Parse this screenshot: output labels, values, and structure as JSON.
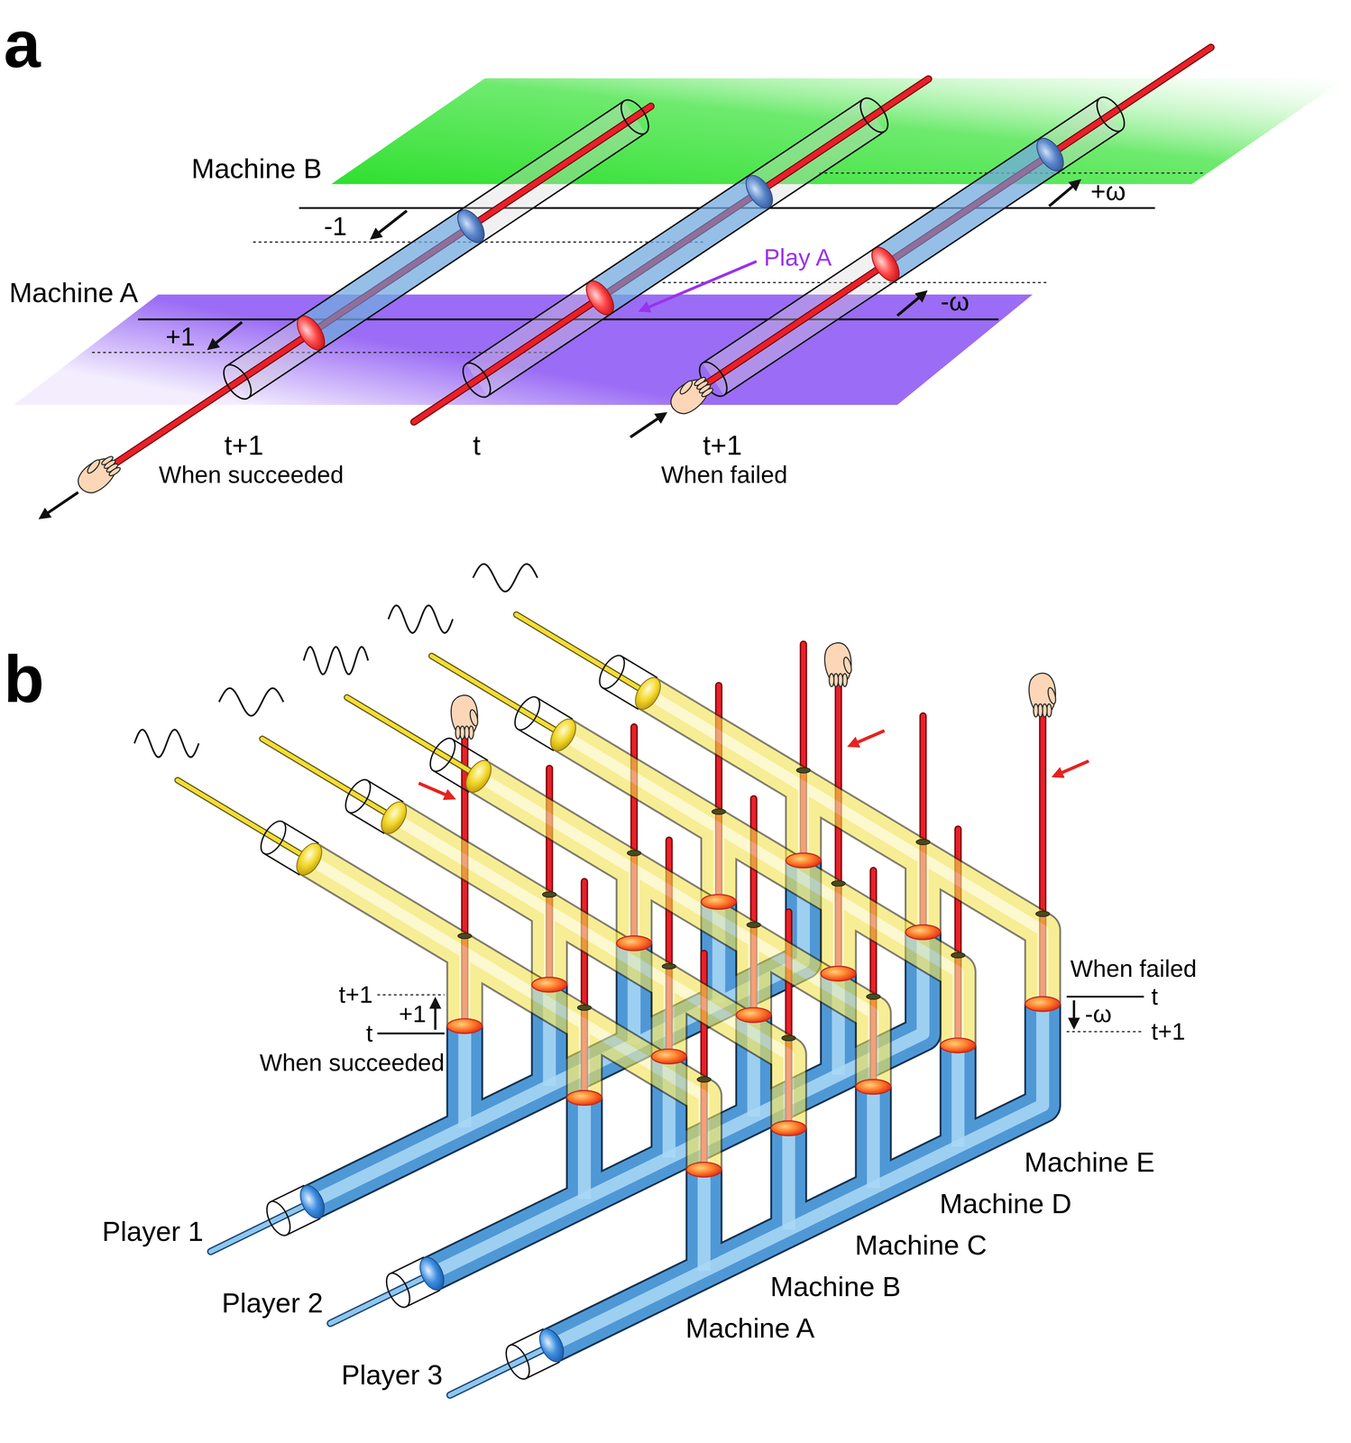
{
  "diagram": {
    "labels": [
      "a",
      "Machine B",
      "+ω",
      "-1",
      "Play A",
      "Machine A",
      "-ω",
      "+1",
      "t+1",
      "When succeeded",
      "t",
      "t+1",
      "When failed",
      "b",
      "When failed",
      "t",
      "-ω",
      "t+1",
      "t+1",
      "+1",
      "t",
      "When succeeded",
      "Machine E",
      "Machine D",
      "Machine C",
      "Machine B",
      "Machine A",
      "Player 1",
      "Player 2",
      "Player 3"
    ]
  }
}
